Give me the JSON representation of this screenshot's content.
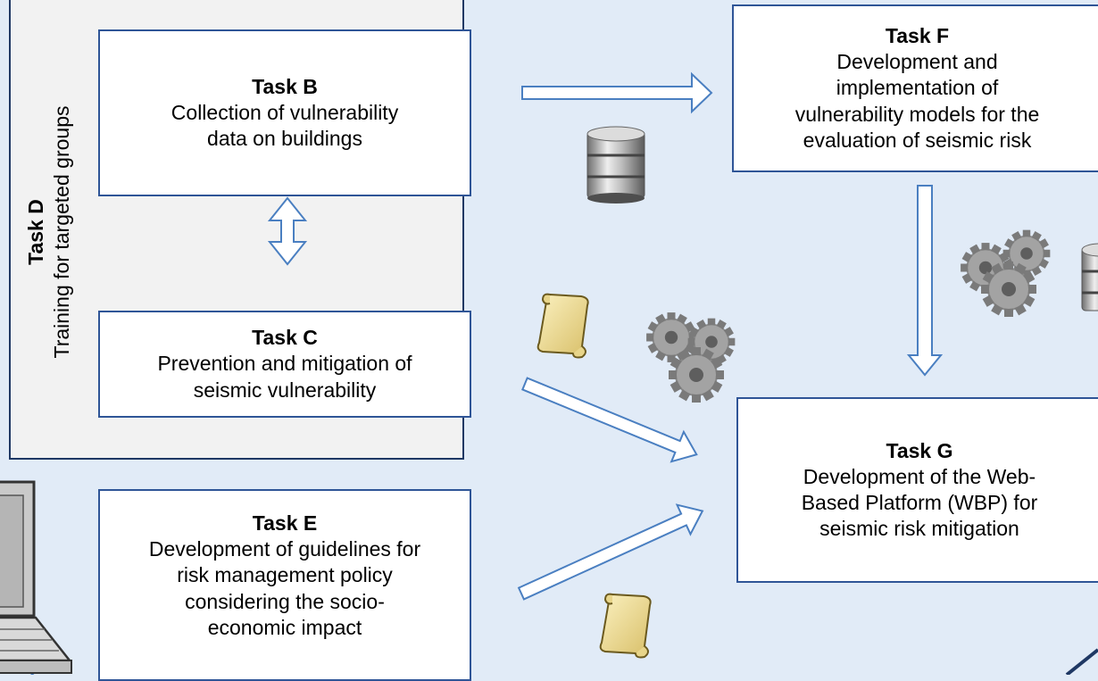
{
  "task_b": {
    "title": "Task B",
    "desc_line1": "Collection of vulnerability",
    "desc_line2": "data on buildings"
  },
  "task_c": {
    "title": "Task C",
    "desc_line1": "Prevention and mitigation of",
    "desc_line2": "seismic vulnerability"
  },
  "task_d": {
    "title": "Task D",
    "desc": "Training for targeted groups"
  },
  "task_e": {
    "title": "Task E",
    "desc_line1": "Development of guidelines for",
    "desc_line2": "risk management policy",
    "desc_line3": "considering the socio-",
    "desc_line4": "economic impact"
  },
  "task_f": {
    "title": "Task F",
    "desc_line1": "Development and",
    "desc_line2": "implementation of",
    "desc_line3": "vulnerability models for the",
    "desc_line4": "evaluation of seismic risk"
  },
  "task_g": {
    "title": "Task G",
    "desc_line1": "Development of the Web-",
    "desc_line2": "Based Platform (WBP) for",
    "desc_line3": "seismic risk mitigation"
  },
  "colors": {
    "background": "#e1ebf7",
    "box_border": "#2f5597",
    "arrow_stroke": "#4a7fc1",
    "panel": "#f2f2f2"
  },
  "icons": [
    "database-icon",
    "scroll-icon",
    "gears-icon",
    "laptop-icon"
  ]
}
